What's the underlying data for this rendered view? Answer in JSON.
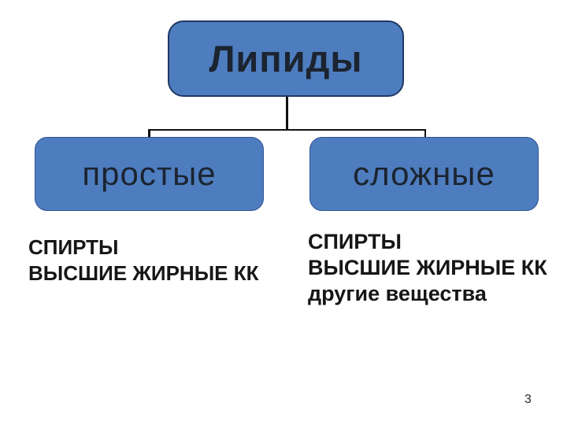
{
  "slide": {
    "page_number": "3",
    "diagram": {
      "root": {
        "label": "Липиды"
      },
      "children": [
        {
          "label": "простые",
          "details": {
            "line1": "СПИРТЫ",
            "line2": "ВЫСШИЕ ЖИРНЫЕ КК"
          }
        },
        {
          "label": "сложные",
          "details": {
            "line1": "СПИРТЫ",
            "line2": "ВЫСШИЕ ЖИРНЫЕ КК",
            "line3": "другие вещества"
          }
        }
      ]
    },
    "colors": {
      "background": "#ffffff",
      "box_fill": "#4e7dbf",
      "box_border_dark": "#1f3864",
      "box_border": "#2e5394",
      "box_text": "#1b2430",
      "body_text": "#161616",
      "connector": "#111111"
    }
  }
}
